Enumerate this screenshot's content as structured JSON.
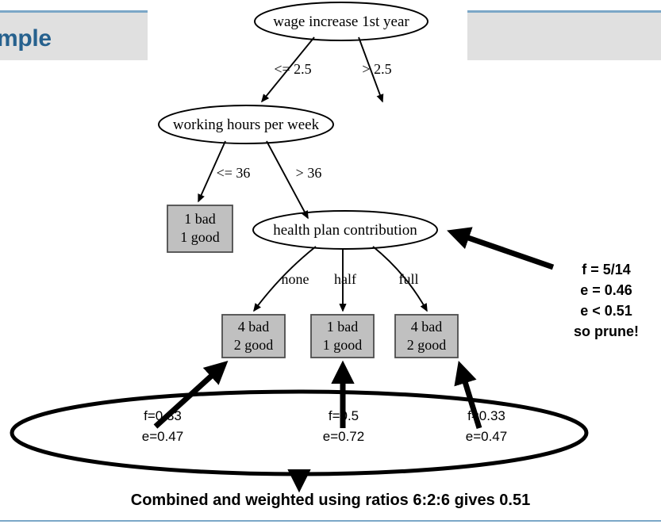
{
  "slide": {
    "title": "mple",
    "caption": "Combined and weighted using ratios 6:2:6 gives 0.51",
    "accent_color": "#7ba7c7",
    "title_color": "#26618e",
    "banner_color": "#e0e0e0",
    "leaf_fill_color": "#c0c0c0"
  },
  "tree": {
    "nodes": [
      {
        "id": "root",
        "label": "wage increase 1st year"
      },
      {
        "id": "hours",
        "label": "working hours per week"
      },
      {
        "id": "health",
        "label": "health plan contribution"
      }
    ],
    "edges": [
      {
        "id": "root-left",
        "label": "<= 2.5"
      },
      {
        "id": "root-right",
        "label": "> 2.5"
      },
      {
        "id": "hours-left",
        "label": "<= 36"
      },
      {
        "id": "hours-right",
        "label": "> 36"
      },
      {
        "id": "health-none",
        "label": "none"
      },
      {
        "id": "health-half",
        "label": "half"
      },
      {
        "id": "health-full",
        "label": "full"
      }
    ],
    "leaves": [
      {
        "id": "leaf-hours-left",
        "bad": "1 bad",
        "good": "1 good"
      },
      {
        "id": "leaf-none",
        "bad": "4 bad",
        "good": "2 good"
      },
      {
        "id": "leaf-half",
        "bad": "1 bad",
        "good": "1 good"
      },
      {
        "id": "leaf-full",
        "bad": "4 bad",
        "good": "2 good"
      }
    ]
  },
  "stats": {
    "leaf_none": {
      "f": "f=0.33",
      "e": "e=0.47"
    },
    "leaf_half": {
      "f": "f=0.5",
      "e": "e=0.72"
    },
    "leaf_full": {
      "f": "f=0.33",
      "e": "e=0.47"
    }
  },
  "prune_note": {
    "f": "f = 5/14",
    "e": "e = 0.46",
    "comparison": "e < 0.51",
    "conclusion": "so prune!"
  }
}
